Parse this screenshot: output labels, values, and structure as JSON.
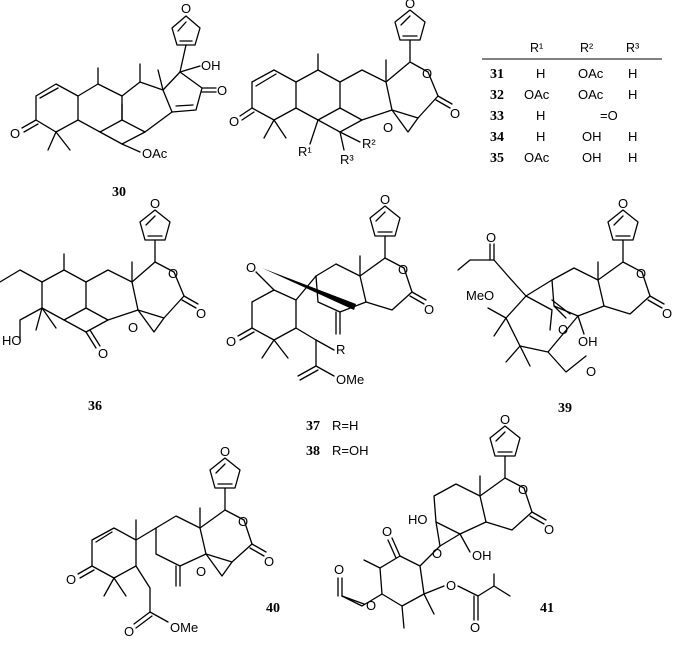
{
  "figure": {
    "compounds": {
      "c30": {
        "label": "30",
        "groups": {
          "oh": "OH",
          "ketone_o": "O",
          "ring_o": "O",
          "oac": "OAc",
          "furan_o": "O"
        }
      },
      "c31": {
        "label": "31",
        "groups": {
          "ring_o": "O",
          "lactone_o": "O",
          "epoxide_o": "O",
          "ketone_o": "O",
          "furan_o": "O",
          "r1": "R¹",
          "r2": "R²",
          "r3": "R³"
        }
      },
      "c36": {
        "label": "36",
        "groups": {
          "ho": "HO",
          "ketone_o": "O",
          "ring_o": "O",
          "lactone_o": "O",
          "epoxide_o": "O",
          "furan_o": "O"
        }
      },
      "c37": {
        "label": "37",
        "label2": "38",
        "r_note1": "R=H",
        "r_note2": "R=OH",
        "groups": {
          "ketone_o": "O",
          "bridge_o": "O",
          "ring_o": "O",
          "lactone_o": "O",
          "ome": "OMe",
          "r": "R",
          "furan_o": "O"
        }
      },
      "c39": {
        "label": "39",
        "groups": {
          "meo": "MeO",
          "ester_o": "O",
          "ketone_o": "O",
          "oh": "OH",
          "bridge_o": "O",
          "ring_o": "O",
          "lactone_o": "O",
          "furan_o": "O"
        }
      },
      "c40": {
        "label": "40",
        "groups": {
          "ketone_o": "O",
          "ring_o": "O",
          "lactone_o": "O",
          "epoxide_o": "O",
          "ester_o": "O",
          "ome": "OMe",
          "furan_o": "O"
        }
      },
      "c41": {
        "label": "41",
        "groups": {
          "ho": "HO",
          "oh": "OH",
          "o1": "O",
          "o2": "O",
          "o3": "O",
          "ring_o": "O",
          "lactone_o": "O",
          "ester_o": "O",
          "ome_o": "O",
          "ester2_o": "O",
          "furan_o": "O"
        }
      }
    },
    "table": {
      "headers": [
        "R¹",
        "R²",
        "R³"
      ],
      "rows": [
        {
          "id": "31",
          "r1": "H",
          "r2": "OAc",
          "r3": "H"
        },
        {
          "id": "32",
          "r1": "OAc",
          "r2": "OAc",
          "r3": "H"
        },
        {
          "id": "33",
          "r1": "H",
          "r2": "=O",
          "r3": ""
        },
        {
          "id": "34",
          "r1": "H",
          "r2": "OH",
          "r3": "H"
        },
        {
          "id": "35",
          "r1": "OAc",
          "r2": "OH",
          "r3": "H"
        }
      ]
    }
  }
}
